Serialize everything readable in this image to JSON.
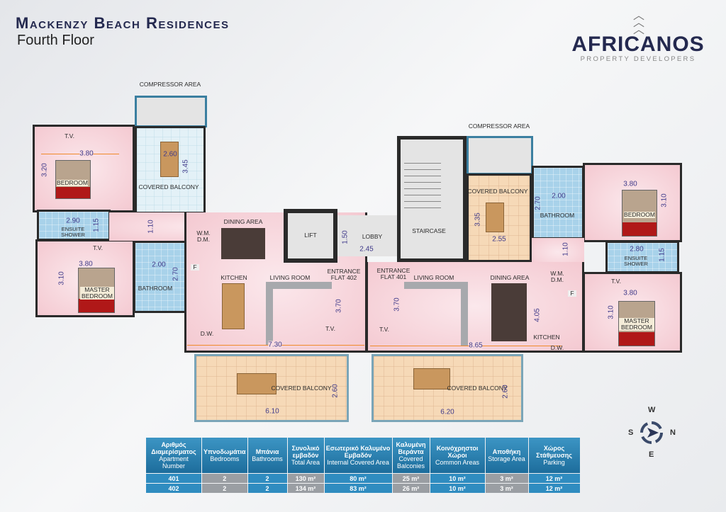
{
  "header": {
    "title": "Mackenzy Beach Residences",
    "subtitle": "Fourth Floor"
  },
  "logo": {
    "name": "AFRICANOS",
    "tagline": "PROPERTY DEVELOPERS"
  },
  "flat402": {
    "compressor": "COMPRESSOR AREA",
    "balcony_top": "COVERED BALCONY",
    "bedroom": "BEDROOM",
    "ensuite": "ENSUITE SHOWER",
    "master": "MASTER BEDROOM",
    "bathroom": "BATHROOM",
    "dining": "DINING AREA",
    "kitchen": "KITCHEN",
    "living": "LIVING ROOM",
    "wmdm": "W.M. D.M.",
    "dw": "D.W.",
    "fridge": "F",
    "tv1": "T.V.",
    "tv2": "T.V.",
    "tv3": "T.V.",
    "entrance": "ENTRANCE FLAT 402",
    "balcony_bottom": "COVERED BALCONY",
    "dims": {
      "bal_w": "2.60",
      "bal_h": "3.45",
      "bed_w": "3.80",
      "bed_h": "3.20",
      "ens_w": "2.90",
      "ens_h": "1.15",
      "mas_w": "3.80",
      "mas_h": "3.10",
      "bath_w": "2.00",
      "bath_h": "2.70",
      "corr": "1.10",
      "liv_w": "7.30",
      "liv_h": "3.70",
      "bb_w": "6.10",
      "bb_h": "2.60"
    }
  },
  "common": {
    "lift": "LIFT",
    "lobby": "LOBBY",
    "staircase": "STAIRCASE",
    "dims": {
      "lobby_h": "1.50",
      "lobby_w": "2.45"
    }
  },
  "flat401": {
    "compressor": "COMPRESSOR AREA",
    "balcony_top": "COVERED BALCONY",
    "bathroom": "BATHROOM",
    "bedroom": "BEDROOM",
    "ensuite": "ENSUITE SHOWER",
    "master": "MASTER BEDROOM",
    "entrance": "ENTRANCE FLAT 401",
    "living": "LIVING ROOM",
    "dining": "DINING AREA",
    "kitchen": "KITCHEN",
    "wmdm": "W.M. D.M.",
    "dw": "D.W.",
    "fridge": "F",
    "tv1": "T.V.",
    "tv2": "T.V.",
    "balcony_bottom": "COVERED BALCONY",
    "dims": {
      "bal_h": "3.35",
      "bal_w": "2.55",
      "bath_w": "2.00",
      "bath_h": "2.70",
      "bed_w": "3.80",
      "bed_h": "3.10",
      "ens_w": "2.80",
      "ens_h": "1.15",
      "mas_w": "3.80",
      "mas_h": "3.10",
      "corr": "1.10",
      "liv_h": "3.70",
      "liv_w": "8.65",
      "kit_h": "4.05",
      "bb_w": "6.20",
      "bb_h": "2.60"
    }
  },
  "compass": {
    "n": "N",
    "s": "S",
    "e": "E",
    "w": "W"
  },
  "table": {
    "headers": [
      {
        "gr": "Αριθμός Διαμερίσματος",
        "en": "Apartment Number"
      },
      {
        "gr": "Υπνοδωμάτια",
        "en": "Bedrooms"
      },
      {
        "gr": "Μπάνια",
        "en": "Bathrooms"
      },
      {
        "gr": "Συνολικό εμβαδόν",
        "en": "Total Area"
      },
      {
        "gr": "Εσωτερικό Καλυμένο Εμβαδόν",
        "en": "Internal Covered Area"
      },
      {
        "gr": "Καλυμένη Βεράντα",
        "en": "Covered Balconies"
      },
      {
        "gr": "Κοινόχρηστοι Χώροι",
        "en": "Common Areas"
      },
      {
        "gr": "Αποθήκη",
        "en": "Storage Area"
      },
      {
        "gr": "Χώρος Στάθμευσης",
        "en": "Parking"
      }
    ],
    "rows": [
      [
        "401",
        "2",
        "2",
        "130 m²",
        "80 m²",
        "25 m²",
        "10 m²",
        "3 m²",
        "12 m²"
      ],
      [
        "402",
        "2",
        "2",
        "134 m²",
        "83 m²",
        "26 m²",
        "10 m²",
        "3 m²",
        "12 m²"
      ]
    ]
  }
}
